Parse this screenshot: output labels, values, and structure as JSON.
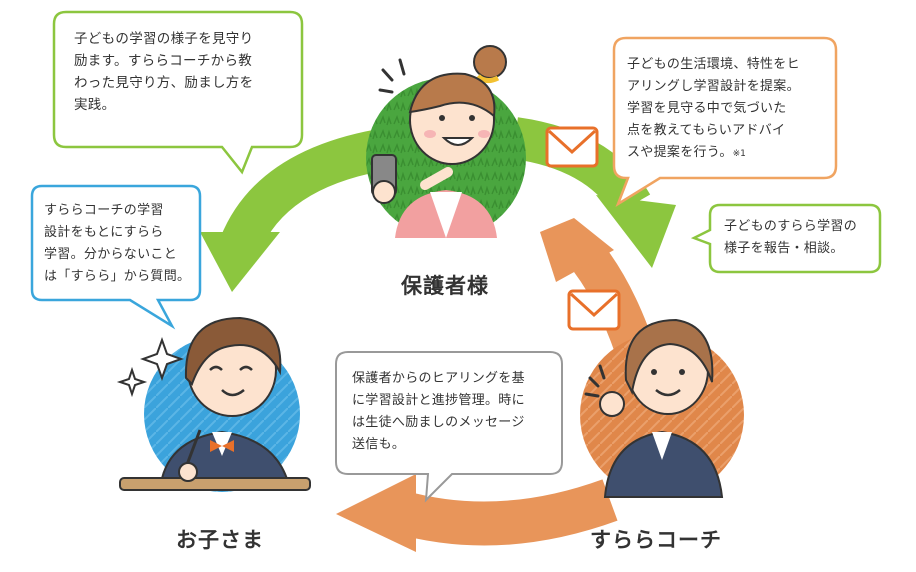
{
  "colors": {
    "arrow_green": "#8cc63f",
    "arrow_orange": "#e8955a",
    "bubble_green": "#8cc63f",
    "bubble_orange": "#f0a461",
    "bubble_blue": "#3aa6dc",
    "bubble_gray": "#999999",
    "circle_green": "#49a53e",
    "circle_blue": "#3ba3dc",
    "circle_orange": "#e0874a",
    "text": "#333333"
  },
  "roles": {
    "parent": "保護者様",
    "child": "お子さま",
    "coach": "すららコーチ"
  },
  "bubbles": {
    "parent": {
      "lines": [
        "子どもの学習の様子を見守り",
        "励ます。すららコーチから教",
        "わった見守り方、励まし方を",
        "実践。"
      ]
    },
    "child": {
      "lines": [
        "すららコーチの学習",
        "設計をもとにすらら",
        "学習。分からないこと",
        "は「すらら」から質問。"
      ]
    },
    "coach_to_parent": {
      "lines": [
        "子どもの生活環境、特性をヒ",
        "アリングし学習設計を提案。",
        "学習を見守る中で気づいた",
        "点を教えてもらいアドバイ",
        "スや提案を行う。"
      ],
      "note": "※1"
    },
    "coach_report": {
      "lines": [
        "子どものすらら学習の",
        "様子を報告・相談。"
      ]
    },
    "coach": {
      "lines": [
        "保護者からのヒアリングを基",
        "に学習設計と進捗管理。時に",
        "は生徒へ励ましのメッセージ",
        "送信も。"
      ]
    }
  },
  "icons": {
    "mail_top": "mail-envelope-icon",
    "mail_bottom": "mail-envelope-icon",
    "sparkle": "sparkle-icon",
    "surprise": "surprise-lines-icon"
  }
}
